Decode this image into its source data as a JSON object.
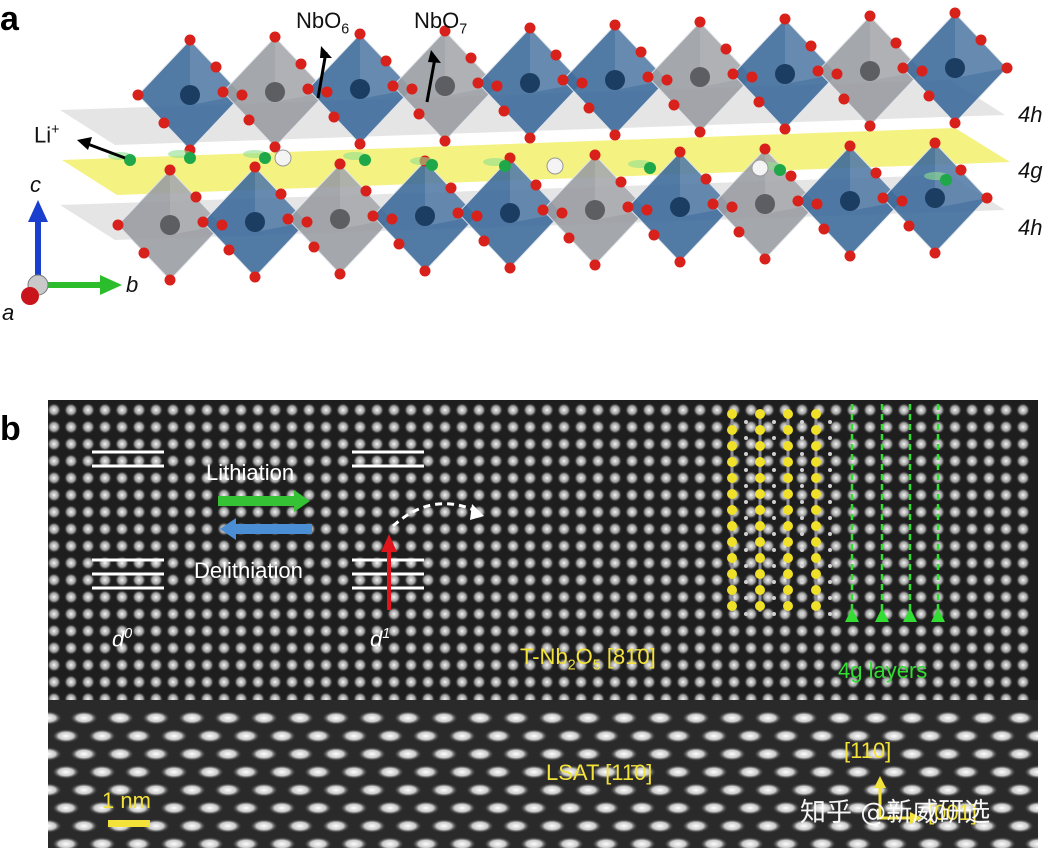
{
  "panel_a": {
    "letter": "a",
    "nbo6": "NbO",
    "nbo6_sub": "6",
    "nbo7": "NbO",
    "nbo7_sub": "7",
    "li": "Li",
    "li_sup": "+",
    "layer_top": "4h",
    "layer_mid": "4g",
    "layer_bot": "4h",
    "axis_c": "c",
    "axis_b": "b",
    "axis_a": "a"
  },
  "panel_b": {
    "letter": "b",
    "lithiation": "Lithiation",
    "delithiation": "Delithiation",
    "d0": "d",
    "d0_sup": "0",
    "d1": "d",
    "d1_sup": "1",
    "tnb_pre": "T-Nb",
    "tnb_sub1": "2",
    "tnb_mid": "O",
    "tnb_sub2": "5",
    "tnb_dir": " [81̄0]",
    "layers": "4g layers",
    "lsat": "LSAT [11̄0]",
    "scale": "1 nm",
    "dir_110": "[110]",
    "dir_001": "[001]",
    "watermark": "知乎 @新威研选"
  },
  "colors": {
    "octa_blue": "#3f6c9c",
    "octa_gray": "#9b9ea3",
    "oxygen_red": "#d9211b",
    "li_green": "#1fa84a",
    "plane_yellow": "#f2f06a",
    "label_yellow": "#f3e23a",
    "label_green": "#33dd33"
  },
  "icons": [
    "arrow-icon",
    "dashed-arc-arrow-icon",
    "axis-triad-icon"
  ]
}
